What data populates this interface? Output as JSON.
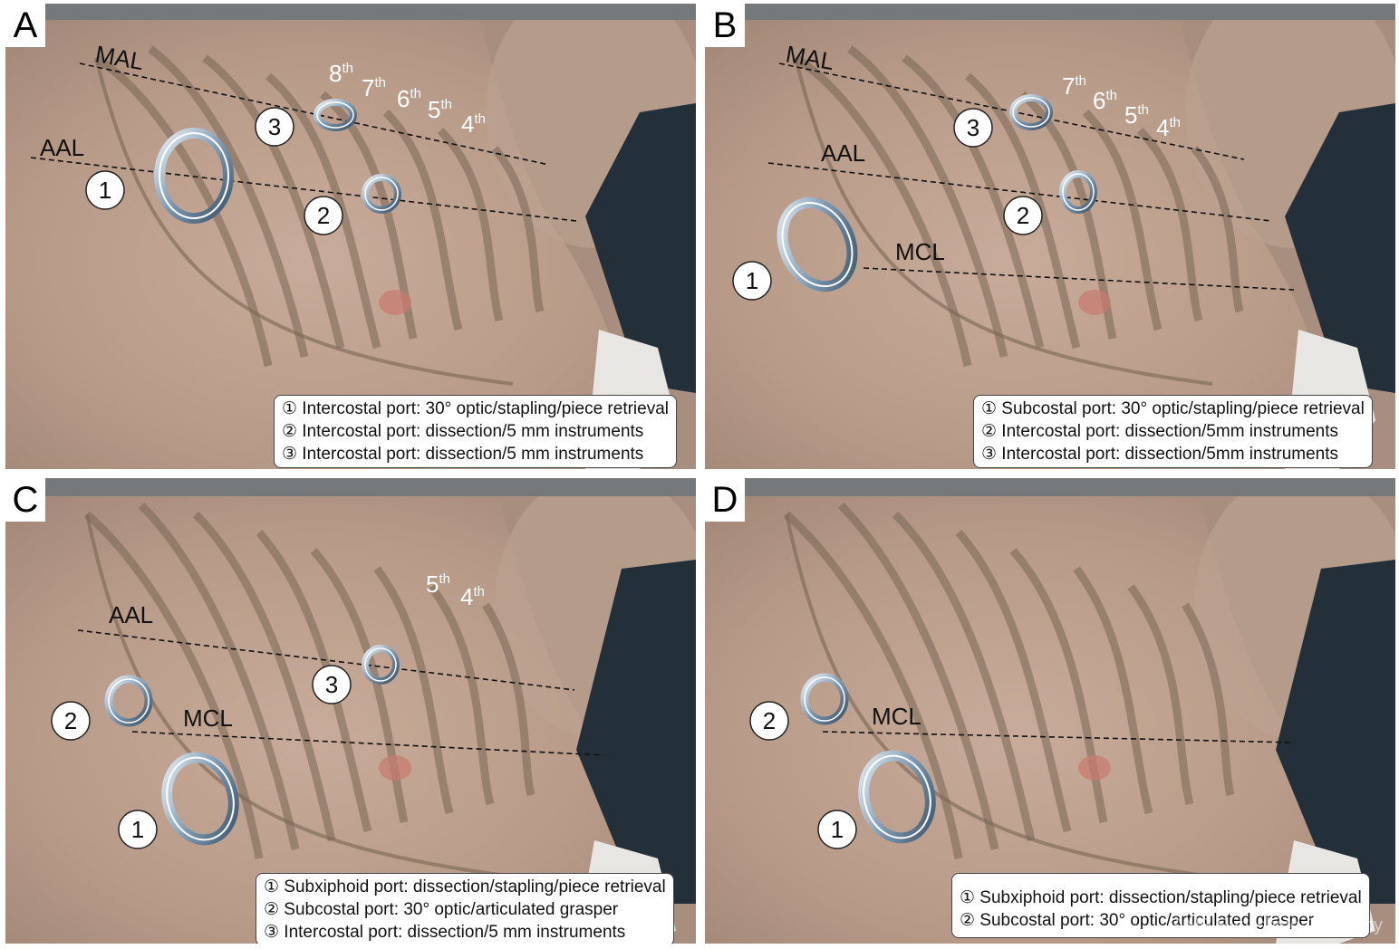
{
  "panels": {
    "A": {
      "letter": "A",
      "labels": {
        "mal": "MAL",
        "aal": "AAL"
      },
      "ribs": {
        "r8": "8",
        "r7": "7",
        "r6": "6",
        "r5": "5",
        "r4": "4",
        "sup": "th"
      },
      "ports": {
        "p1": "1",
        "p2": "2",
        "p3": "3"
      },
      "legend": [
        "① Intercostal port: 30° optic/stapling/piece retrieval",
        "② Intercostal port: dissection/5 mm instruments",
        "③ Intercostal port: dissection/5 mm instruments"
      ]
    },
    "B": {
      "letter": "B",
      "labels": {
        "mal": "MAL",
        "aal": "AAL",
        "mcl": "MCL"
      },
      "ribs": {
        "r7": "7",
        "r6": "6",
        "r5": "5",
        "r4": "4",
        "sup": "th"
      },
      "ports": {
        "p1": "1",
        "p2": "2",
        "p3": "3"
      },
      "legend": [
        "① Subcostal port: 30° optic/stapling/piece retrieval",
        "② Intercostal port: dissection/5mm instruments",
        "③ Intercostal port: dissection/5mm instruments"
      ]
    },
    "C": {
      "letter": "C",
      "labels": {
        "aal": "AAL",
        "mcl": "MCL"
      },
      "ribs": {
        "r5": "5",
        "r4": "4",
        "sup": "th"
      },
      "ports": {
        "p1": "1",
        "p2": "2",
        "p3": "3"
      },
      "legend": [
        "① Subxiphoid port: dissection/stapling/piece retrieval",
        "② Subcostal port: 30° optic/articulated grasper",
        "③ Intercostal port: dissection/5 mm instruments"
      ]
    },
    "D": {
      "letter": "D",
      "labels": {
        "mcl": "MCL"
      },
      "ports": {
        "p1": "1",
        "p2": "2"
      },
      "legend": [
        "① Subxiphoid port: dissection/stapling/piece retrieval",
        "② Subcostal port: 30° optic/articulated grasper"
      ],
      "watermark": "AME Publishing Company"
    }
  }
}
